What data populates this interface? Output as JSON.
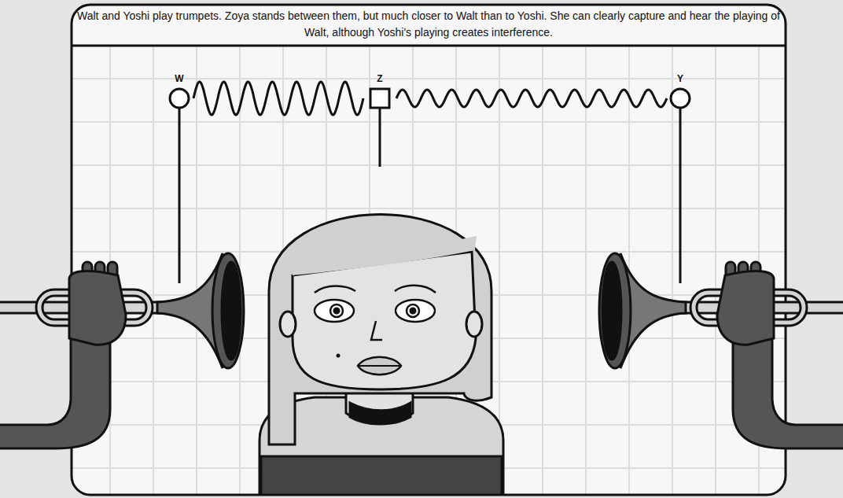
{
  "diagram": {
    "title": "Walt and Yoshi play trumpets. Zoya stands between them, but much closer to Walt than to Yoshi. She can clearly capture and hear the playing of Walt, although Yoshi's playing creates interference.",
    "labels": [
      "W",
      "Z",
      "Y"
    ]
  }
}
